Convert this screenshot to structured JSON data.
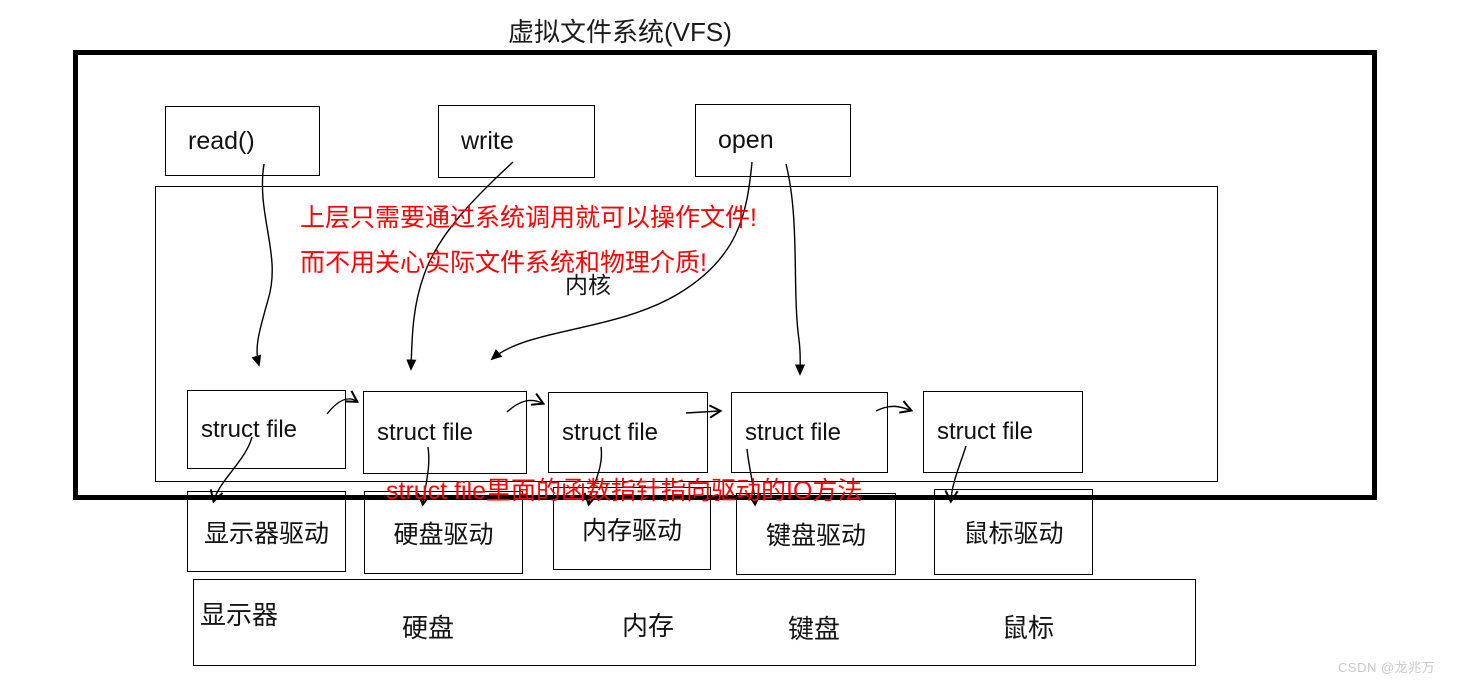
{
  "title": "虚拟文件系统(VFS)",
  "kernel": {
    "label": "内核"
  },
  "syscalls": [
    {
      "label": "read()"
    },
    {
      "label": "write"
    },
    {
      "label": "open"
    }
  ],
  "notes": {
    "color": "#ff0000",
    "syscall_note_line1": "上层只需要通过系统调用就可以操作文件!",
    "syscall_note_line2": "而不用关心实际文件系统和物理介质!",
    "struct_file_note": "struct file里面的函数指针指向驱动的IO方法"
  },
  "struct_files": [
    {
      "label": "struct file"
    },
    {
      "label": "struct file"
    },
    {
      "label": "struct file"
    },
    {
      "label": "struct file"
    },
    {
      "label": "struct file"
    }
  ],
  "drivers": [
    {
      "label": "显示器驱动"
    },
    {
      "label": "硬盘驱动"
    },
    {
      "label": "内存驱动"
    },
    {
      "label": "键盘驱动"
    },
    {
      "label": "鼠标驱动"
    }
  ],
  "devices": [
    {
      "label": "显示器"
    },
    {
      "label": "硬盘"
    },
    {
      "label": "内存"
    },
    {
      "label": "键盘"
    },
    {
      "label": "鼠标"
    }
  ],
  "watermark": "CSDN @龙兆万",
  "diagram": {
    "type": "architecture-diagram",
    "connections": [
      {
        "from": "read()",
        "to": "struct file 1"
      },
      {
        "from": "write",
        "to": "struct file 2"
      },
      {
        "from": "open",
        "to": "struct file 3"
      },
      {
        "from": "open",
        "to": "struct file 4"
      },
      {
        "from": "struct file 1",
        "to": "struct file 2"
      },
      {
        "from": "struct file 2",
        "to": "struct file 3"
      },
      {
        "from": "struct file 3",
        "to": "struct file 4"
      },
      {
        "from": "struct file 4",
        "to": "struct file 5"
      },
      {
        "from": "struct file 1",
        "to": "显示器驱动"
      },
      {
        "from": "struct file 2",
        "to": "硬盘驱动"
      },
      {
        "from": "struct file 3",
        "to": "内存驱动"
      },
      {
        "from": "struct file 4",
        "to": "键盘驱动"
      },
      {
        "from": "struct file 5",
        "to": "鼠标驱动"
      }
    ]
  }
}
